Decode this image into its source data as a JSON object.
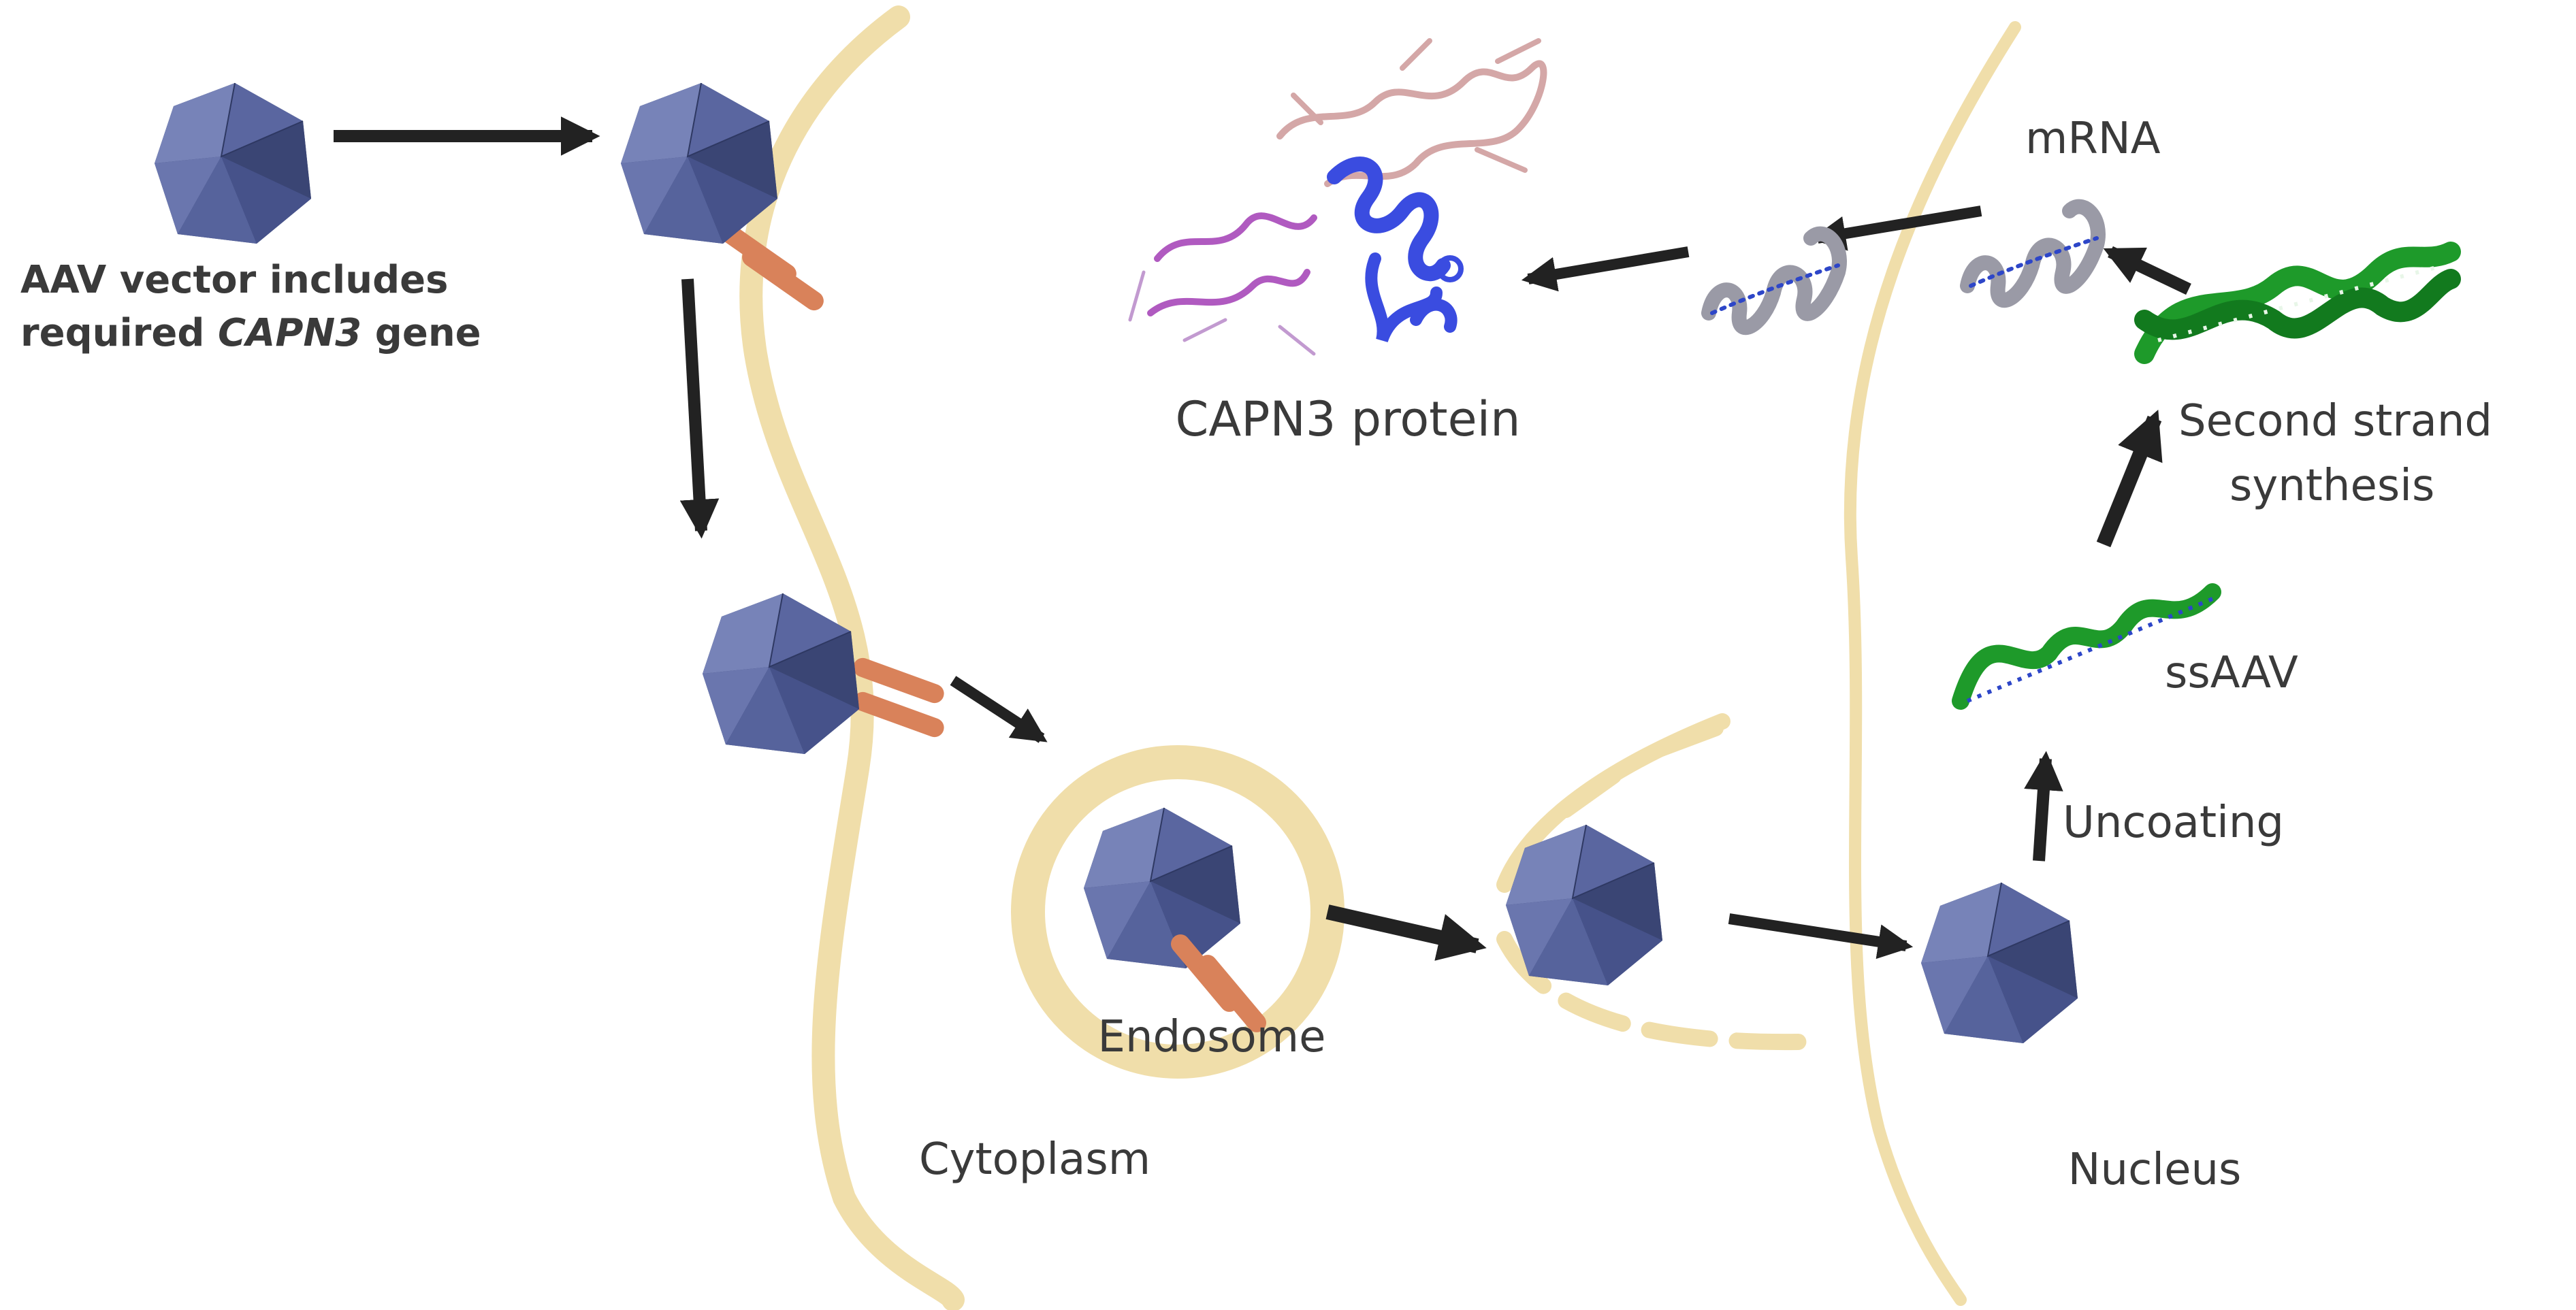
{
  "labels": {
    "aav_line1": "AAV vector includes",
    "aav_line2_pre": "required ",
    "aav_line2_gene": "CAPN3",
    "aav_line2_post": " gene",
    "capn3_protein": "CAPN3 protein",
    "mrna": "mRNA",
    "second_strand_line1": "Second strand",
    "second_strand_line2": "synthesis",
    "ssaav": "ssAAV",
    "uncoating": "Uncoating",
    "endosome": "Endosome",
    "cytoplasm": "Cytoplasm",
    "nucleus": "Nucleus"
  },
  "colors": {
    "capsid_dark": "#3e4a7a",
    "capsid_mid": "#56639c",
    "capsid_light": "#7783b8",
    "membrane": "#f0deaa",
    "receptor": "#d9825a",
    "dna_green": "#1e9a2a",
    "dna_blue": "#2d46c8",
    "mrna_grey": "#9a9aa6",
    "protein_blue": "#3a4ce0",
    "protein_pink": "#d4a7a7",
    "protein_magenta": "#b05ac0",
    "arrow": "#222222"
  }
}
